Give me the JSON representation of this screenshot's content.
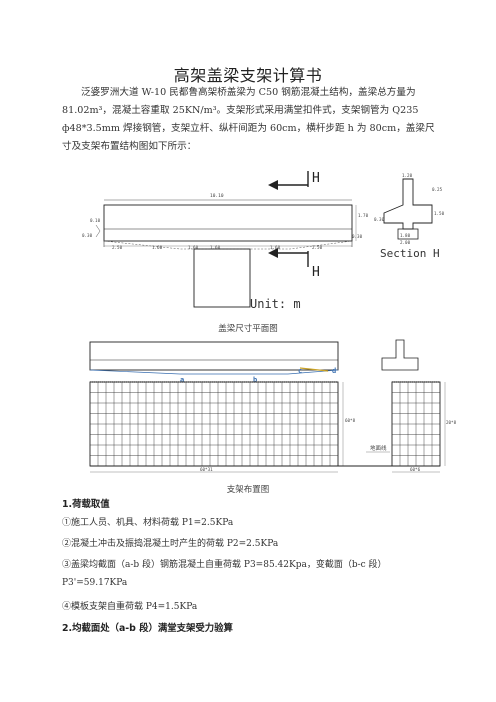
{
  "doc": {
    "title": "高架盖梁支架计算书",
    "intro": "泛婆罗洲大道 W-10 民都鲁高架桥盖梁为 C50 钢筋混凝土结构，盖梁总方量为 81.02m³，混凝土容重取 25KN/m³。支架形式采用满堂扣件式，支架钢管为 Q235 ф48*3.5mm 焊接钢管，支架立杆、纵杆间距为 60cm，横杆步距 h 为 80cm，盖梁尺寸及支架布置结构图如下所示："
  },
  "fig1": {
    "caption": "盖梁尺寸平面图",
    "section_marker": "H",
    "unit_label": "Unit: m",
    "section_title": "Section H",
    "dim_total": "10.10",
    "dim_segments": [
      "2.50",
      "1.60",
      "1.60",
      "1.60",
      "1.60",
      "2.50"
    ],
    "dim_right_top": "1.70",
    "dim_right_bottom": "0.30",
    "dim_left_top": "0.10",
    "dim_left_bottom": "0.30",
    "section_dims": {
      "top": "1.20",
      "right_top": "0.25",
      "right_mid": "1.50",
      "left": "0.30",
      "bottom_a": "1.80",
      "bottom_b": "2.00"
    }
  },
  "fig2": {
    "caption": "支架布置图",
    "point_labels": [
      "a",
      "b",
      "c",
      "d"
    ],
    "height_left": "60*8",
    "height_right": "20*8",
    "ground_label": "地面线",
    "width_bottom": "60*31",
    "width_right": "60*6"
  },
  "sections": {
    "s1_title": "1.荷载取值",
    "load1": "①施工人员、机具、材料荷载 P1=2.5KPa",
    "load2": "②混凝土冲击及振捣混凝土时产生的荷载 P2=2.5KPa",
    "load3": "③盖梁均截面（a-b 段）钢筋混凝土自重荷载 P3=85.42Kpa，变截面（b-c 段）",
    "load3b": "P3'=59.17KPa",
    "load4": "④模板支架自重荷载 P4=1.5KPa",
    "s2_title": "2.均截面处（a-b 段）满堂支架受力验算"
  },
  "colors": {
    "line": "#333333",
    "accent_label": "#3a6fb0",
    "highlight": "#c9a227"
  }
}
